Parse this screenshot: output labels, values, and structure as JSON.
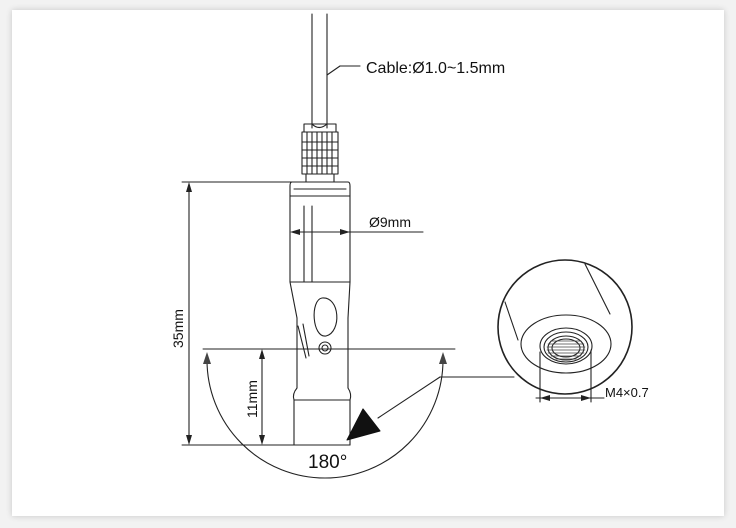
{
  "labels": {
    "cable": "Cable:Ø1.0~1.5mm",
    "diameter": "Ø9mm",
    "length_total": "35mm",
    "length_lower": "11mm",
    "rotation": "180°",
    "thread": "M4×0.7"
  }
}
